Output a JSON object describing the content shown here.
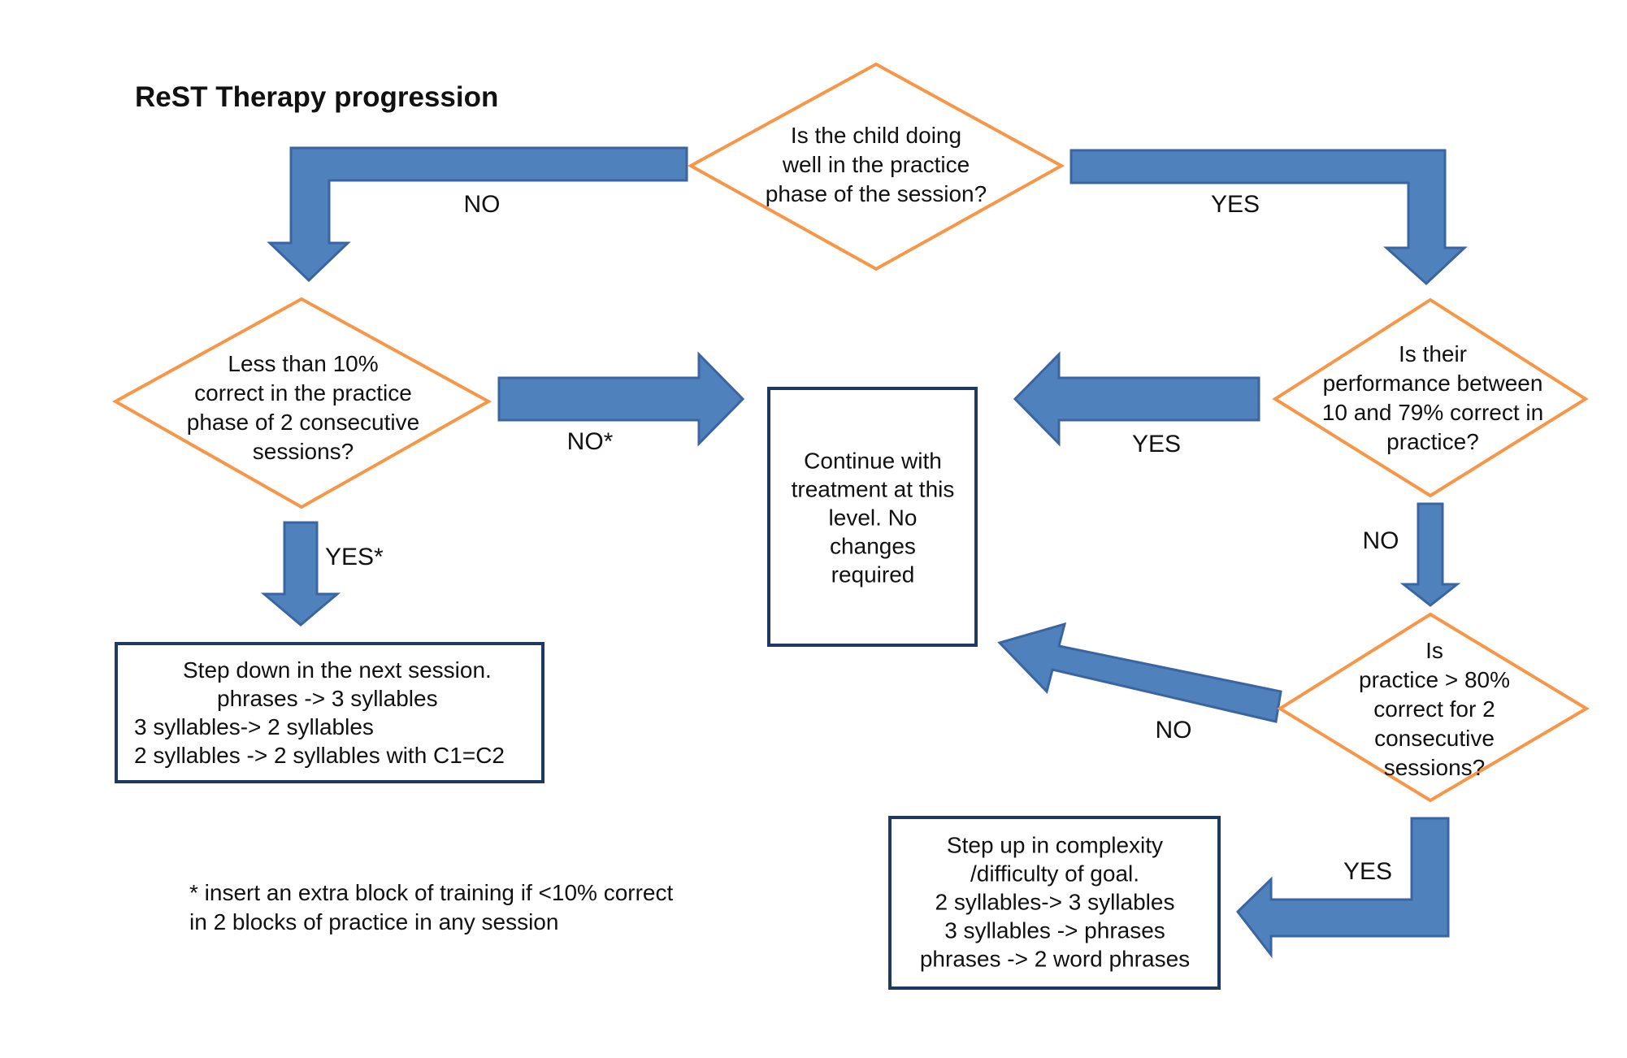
{
  "title": "ReST Therapy progression",
  "colors": {
    "arrow_fill": "#4f81bd",
    "arrow_stroke": "#3a65a0",
    "diamond_stroke": "#f79646",
    "box_stroke": "#1f3864"
  },
  "decisions": {
    "practice_well": [
      "Is the child doing",
      "well in the practice",
      "phase of the session?"
    ],
    "less_than_10": [
      "Less than 10%",
      "correct in the practice",
      "phase of 2 consecutive",
      "sessions?"
    ],
    "between_10_79": [
      "Is their",
      "performance between",
      "10 and 79% correct in",
      "practice?"
    ],
    "over_80": [
      "Is",
      "practice > 80%",
      "correct for 2",
      "consecutive",
      "sessions?"
    ]
  },
  "boxes": {
    "continue": [
      "Continue with",
      "treatment at this",
      "level. No",
      "changes",
      "required"
    ],
    "step_down": [
      "Step down in the next session.",
      "phrases -> 3 syllables",
      "3 syllables-> 2 syllables",
      "2 syllables -> 2 syllables with C1=C2"
    ],
    "step_up": [
      "Step up in complexity",
      "/difficulty of goal.",
      "2 syllables-> 3 syllables",
      "3 syllables -> phrases",
      "phrases -> 2 word phrases"
    ]
  },
  "labels": {
    "no_top_left": "NO",
    "yes_top_right": "YES",
    "no_star": "NO*",
    "yes_star": "YES*",
    "yes_middle_right": "YES",
    "no_right": "NO",
    "no_bottom": "NO",
    "yes_bottom": "YES"
  },
  "footnote": [
    "* insert an extra block of training if <10% correct",
    "in 2 blocks of practice in any session"
  ]
}
